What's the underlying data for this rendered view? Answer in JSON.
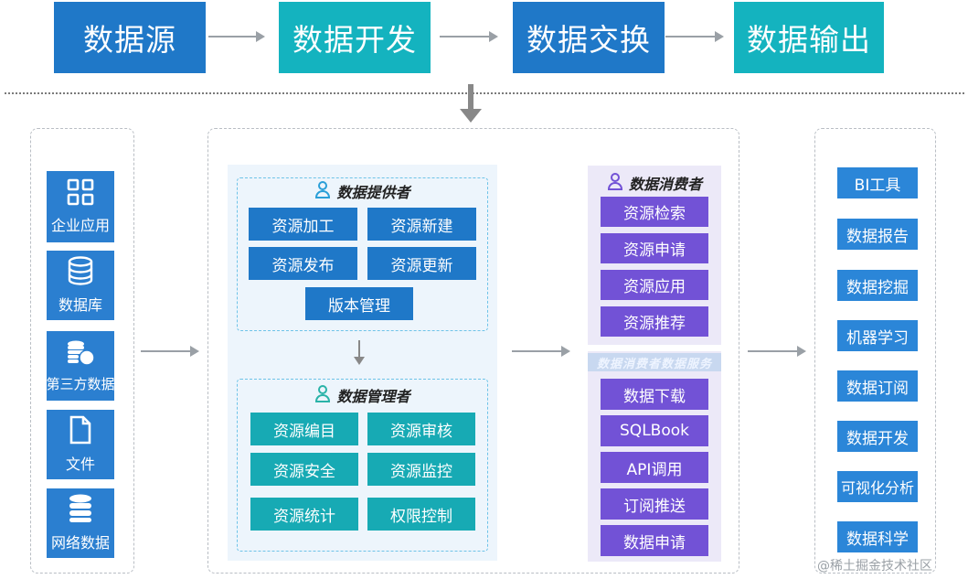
{
  "flow": [
    "数据源",
    "数据开发",
    "数据交换",
    "数据输出"
  ],
  "sources": [
    {
      "label": "企业应用",
      "icon": "grid-icon"
    },
    {
      "label": "数据库",
      "icon": "database-icon"
    },
    {
      "label": "第三方数据",
      "icon": "coins-icon"
    },
    {
      "label": "文件",
      "icon": "file-icon"
    },
    {
      "label": "网络数据",
      "icon": "network-database-icon"
    }
  ],
  "provider": {
    "title": "数据提供者",
    "items": [
      "资源加工",
      "资源新建",
      "资源发布",
      "资源更新",
      "版本管理"
    ]
  },
  "manager": {
    "title": "数据管理者",
    "items": [
      "资源编目",
      "资源审核",
      "资源安全",
      "资源监控",
      "资源统计",
      "权限控制"
    ]
  },
  "consumer": {
    "title": "数据消费者",
    "items": [
      "资源检索",
      "资源申请",
      "资源应用",
      "资源推荐"
    ]
  },
  "consumer_band": "数据消费者数据服务",
  "access": [
    "数据下载",
    "SQLBook",
    "API调用",
    "订阅推送",
    "数据申请"
  ],
  "outputs": [
    "BI工具",
    "数据报告",
    "数据挖掘",
    "机器学习",
    "数据订阅",
    "数据开发",
    "可视化分析",
    "数据科学"
  ],
  "watermark": "@稀土掘金技术社区",
  "colors": {
    "blue": "#1f78c8",
    "teal": "#14b3bf",
    "purple": "#7252d6"
  }
}
